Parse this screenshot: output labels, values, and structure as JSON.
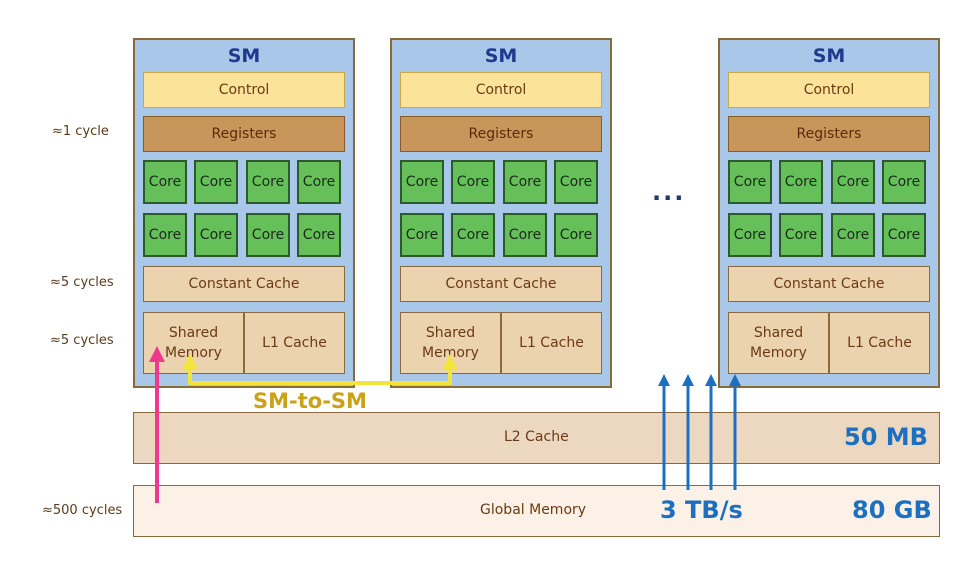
{
  "latency_labels": {
    "registers": "≈1 cycle",
    "constant_cache": "≈5 cycles",
    "shared_memory": "≈5 cycles",
    "global_memory": "≈500 cycles"
  },
  "sm_units": [
    {
      "title": "SM",
      "control": "Control",
      "registers": "Registers",
      "cores": [
        "Core",
        "Core",
        "Core",
        "Core",
        "Core",
        "Core",
        "Core",
        "Core"
      ],
      "constant_cache": "Constant Cache",
      "shared_memory": "Shared Memory",
      "l1_cache": "L1 Cache"
    },
    {
      "title": "SM",
      "control": "Control",
      "registers": "Registers",
      "cores": [
        "Core",
        "Core",
        "Core",
        "Core",
        "Core",
        "Core",
        "Core",
        "Core"
      ],
      "constant_cache": "Constant Cache",
      "shared_memory": "Shared Memory",
      "l1_cache": "L1 Cache"
    },
    {
      "title": "SM",
      "control": "Control",
      "registers": "Registers",
      "cores": [
        "Core",
        "Core",
        "Core",
        "Core",
        "Core",
        "Core",
        "Core",
        "Core"
      ],
      "constant_cache": "Constant Cache",
      "shared_memory": "Shared Memory",
      "l1_cache": "L1 Cache"
    }
  ],
  "ellipsis": "...",
  "sm_to_sm_label": "SM-to-SM",
  "l2_cache": {
    "label": "L2 Cache",
    "size": "50 MB"
  },
  "global_memory": {
    "label": "Global Memory",
    "size": "80 GB"
  },
  "bandwidth": "3 TB/s",
  "colors": {
    "sm_background": "#a9c7e8",
    "control": "#fbe49a",
    "registers": "#c8965a",
    "core": "#66c05a",
    "cache": "#ecd3b0",
    "bandwidth_arrows": "#1d6fbf",
    "sm_to_sm_arrow": "#f2e43a",
    "global_to_shared_arrow": "#ee3a8c"
  }
}
